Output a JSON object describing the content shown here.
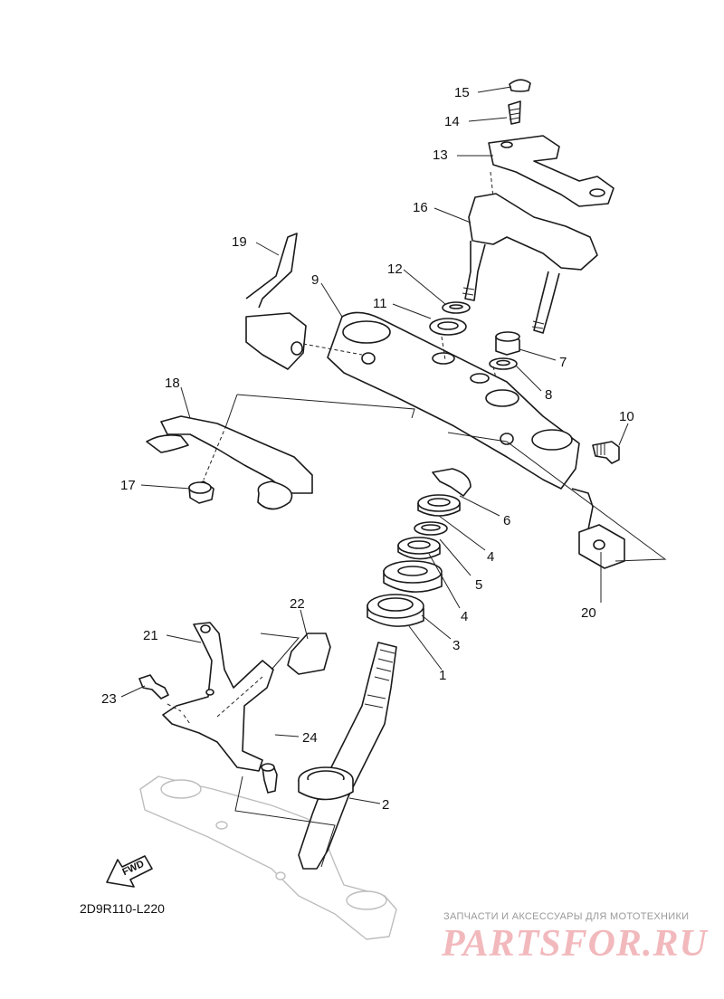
{
  "diagram": {
    "drawing_code": "2D9R110-L220",
    "fwd_label": "FWD",
    "callouts": [
      "1",
      "2",
      "3",
      "4",
      "4",
      "5",
      "6",
      "7",
      "8",
      "9",
      "10",
      "11",
      "12",
      "13",
      "14",
      "15",
      "16",
      "17",
      "18",
      "19",
      "20",
      "21",
      "22",
      "23",
      "24"
    ]
  },
  "watermark": {
    "caption": "ЗАПЧАСТИ И АКСЕССУАРЫ ДЛЯ МОТОТЕХНИКИ",
    "logo": "PARTSFOR.RU"
  }
}
